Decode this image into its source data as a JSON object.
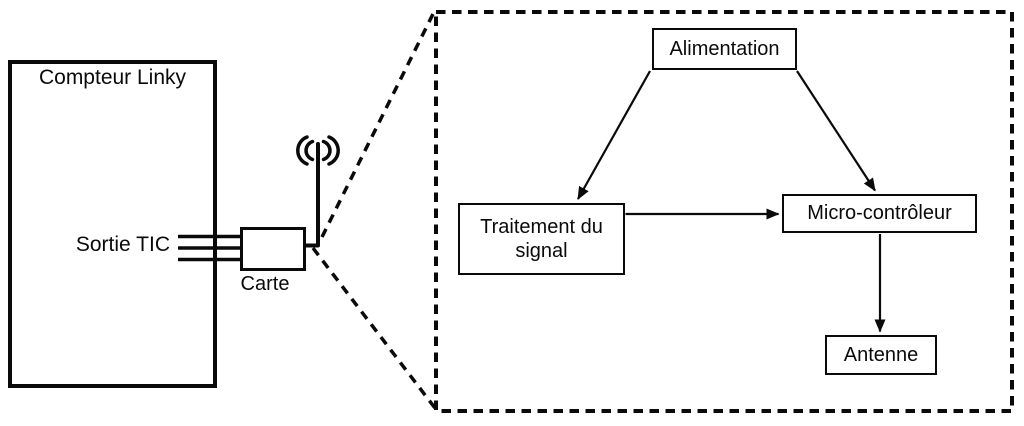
{
  "colors": {
    "ink": "#0a0a0a",
    "background": "#ffffff"
  },
  "meter": {
    "label": "Compteur Linky"
  },
  "tic": {
    "label": "Sortie TIC",
    "wire_count": 3
  },
  "card": {
    "label": "Carte"
  },
  "icons": {
    "antenna": "antenna-radiating-waves-icon"
  },
  "detail": {
    "nodes": [
      {
        "id": "alimentation",
        "label": "Alimentation"
      },
      {
        "id": "traitement-du-signal",
        "label": "Traitement du signal"
      },
      {
        "id": "micro-controleur",
        "label": "Micro-contrôleur"
      },
      {
        "id": "antenne",
        "label": "Antenne"
      }
    ],
    "edges": [
      {
        "from": "Alimentation",
        "to": "Traitement du signal"
      },
      {
        "from": "Alimentation",
        "to": "Micro-contrôleur"
      },
      {
        "from": "Traitement du signal",
        "to": "Micro-contrôleur"
      },
      {
        "from": "Micro-contrôleur",
        "to": "Antenne"
      }
    ]
  }
}
